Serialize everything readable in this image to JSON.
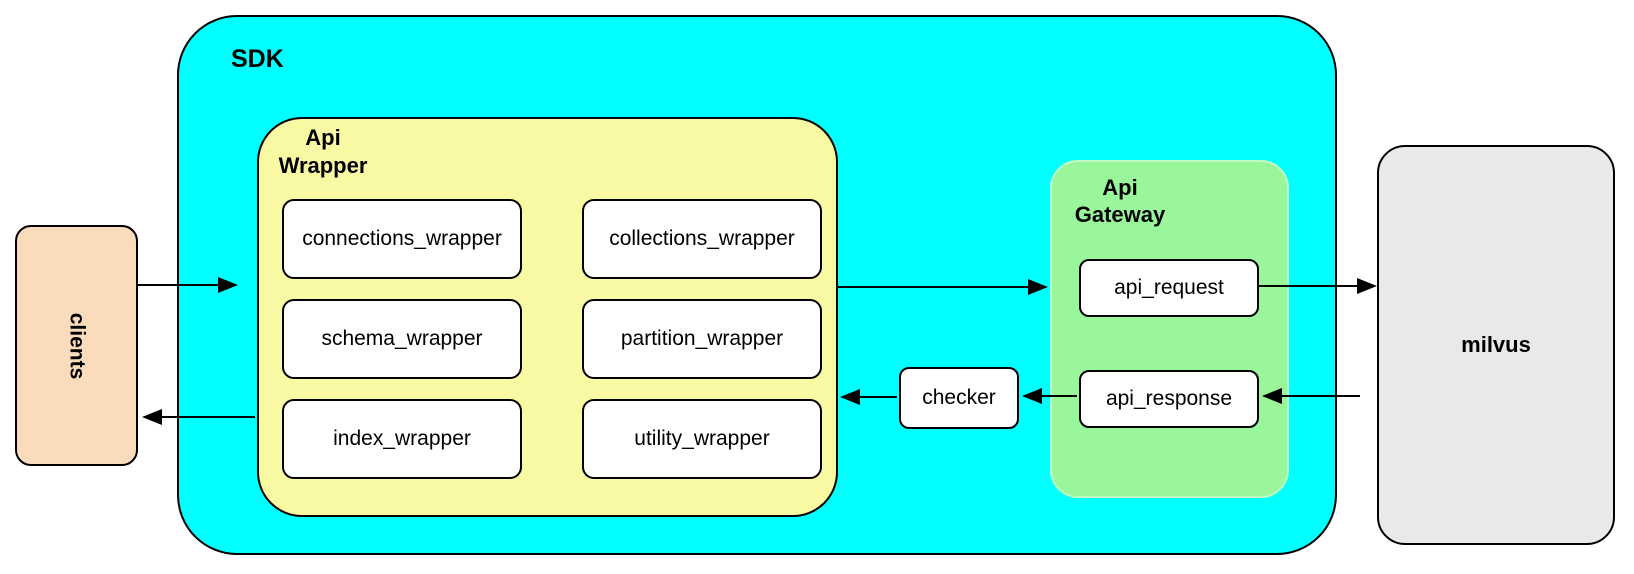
{
  "diagram": {
    "clients_label": "clients",
    "sdk_label": "SDK",
    "api_wrapper": {
      "title_line1": "Api",
      "title_line2": "Wrapper",
      "modules": [
        "connections_wrapper",
        "collections_wrapper",
        "schema_wrapper",
        "partition_wrapper",
        "index_wrapper",
        "utility_wrapper"
      ]
    },
    "checker_label": "checker",
    "api_gateway": {
      "title_line1": "Api",
      "title_line2": "Gateway",
      "request_label": "api_request",
      "response_label": "api_response"
    },
    "milvus_label": "milvus",
    "colors": {
      "sdk_fill": "#00FFFF",
      "api_wrapper_fill": "#FAF9A3",
      "api_gateway_fill": "#9AF69A",
      "clients_fill": "#FADCBC",
      "milvus_fill": "#E9E9E9",
      "node_fill": "#FFFFFF",
      "stroke": "#000000"
    }
  }
}
